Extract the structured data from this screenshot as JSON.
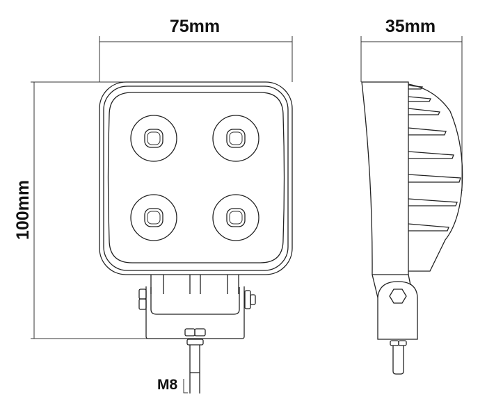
{
  "dimensions": {
    "width_label": "75mm",
    "height_label": "100mm",
    "depth_label": "35mm",
    "bolt_label": "M8"
  },
  "views": {
    "front": {
      "led_count": 4
    },
    "side": {
      "fin_count": 8
    }
  },
  "colors": {
    "line": "#222222",
    "background": "#ffffff"
  }
}
